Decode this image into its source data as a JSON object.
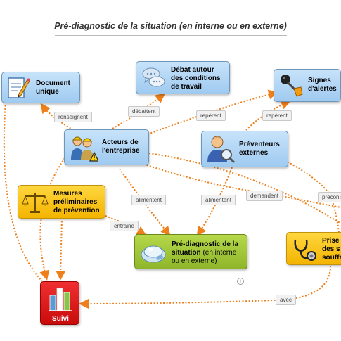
{
  "title": "Pré-diagnostic de la situation (en interne ou en externe)",
  "nodes": {
    "document": {
      "label1": "Document",
      "label2": "unique",
      "icon": "document-pencil-icon"
    },
    "debat": {
      "label1": "Débat autour",
      "label2": "des conditions",
      "label3": "de travail",
      "icon": "speech-bubbles-icon"
    },
    "signes": {
      "label1": "Signes",
      "label2": "d'alertes",
      "icon": "alert-lever-icon"
    },
    "acteurs": {
      "label1": "Acteurs de",
      "label2": "l'entreprise",
      "icon": "workers-warning-icon"
    },
    "preventeurs": {
      "label1": "Préventeurs",
      "label2": "externes",
      "icon": "person-magnifier-icon"
    },
    "mesures": {
      "label1": "Mesures",
      "label2": "préliminaires",
      "label3": "de prévention",
      "icon": "scales-icon"
    },
    "prediag": {
      "label1": "Pré-diagnostic de la",
      "label2": "situation",
      "label2_rest": " (en interne",
      "label3": "ou en externe)",
      "icon": "pills-icon"
    },
    "prise": {
      "label1": "Prise",
      "label2": "des s",
      "label3": "souffr",
      "icon": "stethoscope-icon"
    },
    "suivi": {
      "label": "Suivi",
      "icon": "bar-chart-icon"
    }
  },
  "links": {
    "renseignent": "renseignent",
    "debattent": "débattent",
    "reperent_left": "repèrent",
    "reperent_right": "repèrent",
    "alimentent_left": "alimentent",
    "alimentent_right": "alimentent",
    "demandent": "demandent",
    "preconisent": "préconise",
    "entraine": "entraine",
    "avec": "avec"
  },
  "colors": {
    "connector": "#ef7f1a",
    "blue_node": "#b3d7f7",
    "yellow_node": "#f7c100",
    "green_node": "#9cc233",
    "red_node": "#e01010"
  }
}
